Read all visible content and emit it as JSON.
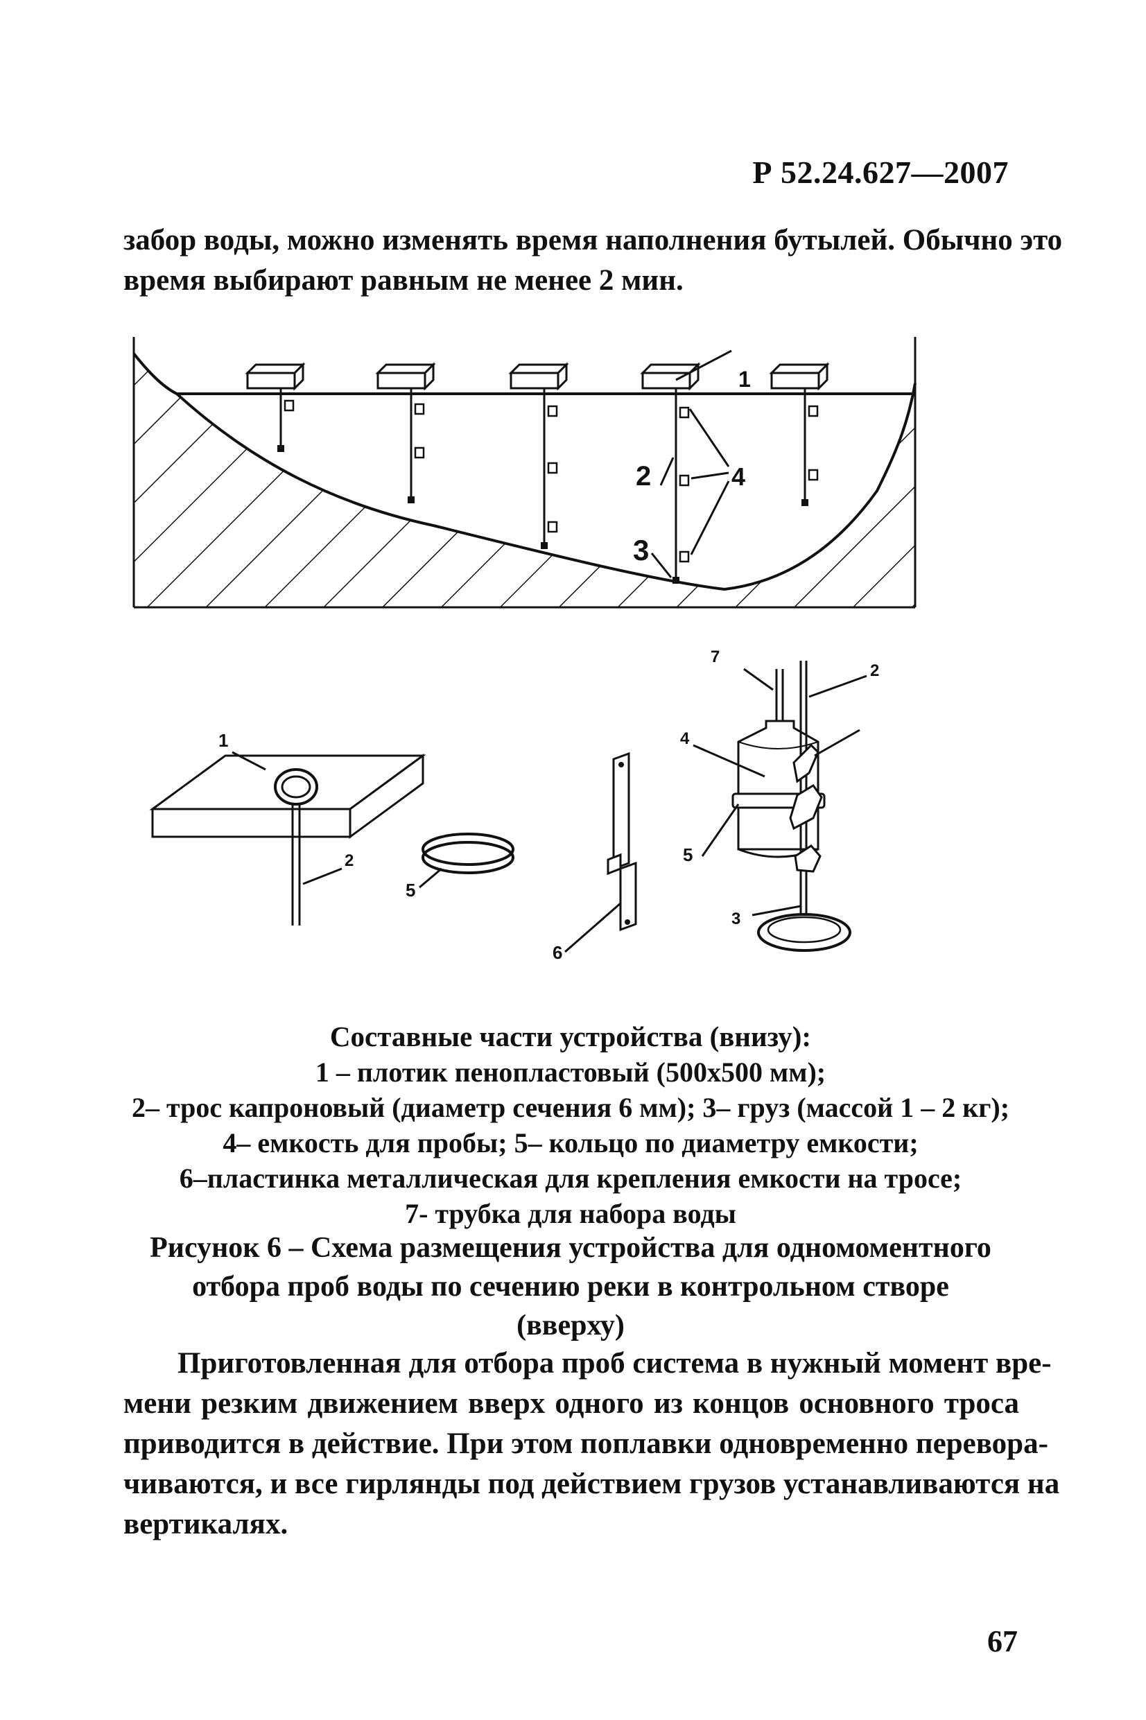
{
  "header": {
    "doc_code": "Р 52.24.627—2007"
  },
  "intro_lines": [
    "забор воды, можно изменять время наполнения бутылей. Обычно это",
    "время выбирают равным не менее 2 мин."
  ],
  "figure_top": {
    "labels": {
      "l1": "1",
      "l2": "2",
      "l3": "3",
      "l4": "4"
    }
  },
  "figure_bottom": {
    "labels": {
      "l1": "1",
      "l2a": "2",
      "l5a": "5",
      "l6": "6",
      "l7": "7",
      "l2b": "2",
      "l4": "4",
      "l5b": "5",
      "l3": "3"
    }
  },
  "legend": {
    "title": "Составные части устройства (внизу):",
    "items": [
      "1 – плотик пенопластовый (500х500 мм);",
      "2– трос капроновый (диаметр сечения 6 мм); 3– груз (массой 1 – 2 кг);",
      "4– емкость для пробы; 5– кольцо по диаметру емкости;",
      "6–пластинка металлическая для крепления емкости на тросе;",
      "7- трубка для набора воды"
    ]
  },
  "caption_lines": [
    "Рисунок 6 – Схема размещения устройства для одномоментного",
    "отбора проб воды по сечению реки в контрольном створе",
    "(вверху)"
  ],
  "body_lines": [
    "Приготовленная для отбора проб система в нужный момент вре-",
    "мени резким движением вверх одного из концов основного троса",
    "приводится в действие. При этом поплавки одновременно перевора-",
    "чиваются, и все гирлянды под действием грузов устанавливаются на",
    "вертикалях."
  ],
  "footer": {
    "page_number": "67"
  }
}
